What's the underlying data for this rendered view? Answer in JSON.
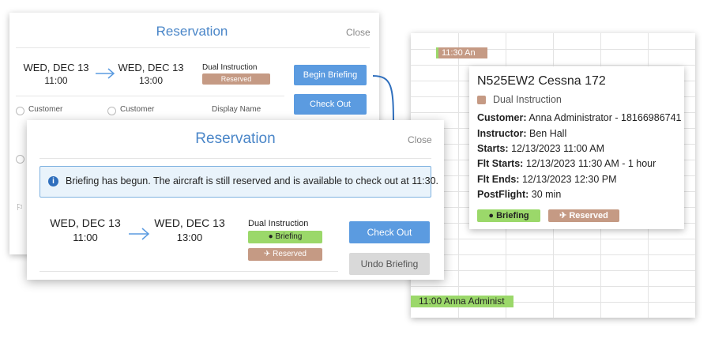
{
  "back_dialog": {
    "title": "Reservation",
    "close": "Close",
    "start_date": "WED, DEC 13",
    "start_time": "11:00",
    "end_date": "WED, DEC 13",
    "end_time": "13:00",
    "type": "Dual Instruction",
    "status": "Reserved",
    "begin_briefing": "Begin Briefing",
    "check_out": "Check Out",
    "col1": "Customer",
    "col2": "Customer",
    "col3": "Display Name"
  },
  "front_dialog": {
    "title": "Reservation",
    "close": "Close",
    "info": "Briefing has begun. The aircraft is still reserved and is available to check out at 11:30.",
    "start_date": "WED, DEC 13",
    "start_time": "11:00",
    "end_date": "WED, DEC 13",
    "end_time": "13:00",
    "type": "Dual Instruction",
    "badge_briefing": "Briefing",
    "badge_reserved": "Reserved",
    "check_out": "Check Out",
    "undo_briefing": "Undo Briefing"
  },
  "calendar": {
    "event_top": "11:30 An",
    "event_bottom": "11:00 Anna Administ"
  },
  "popup": {
    "title": "N525EW2 Cessna 172",
    "type": "Dual Instruction",
    "customer_label": "Customer:",
    "customer_value": "Anna Administrator - 18166986741",
    "instructor_label": "Instructor:",
    "instructor_value": "Ben Hall",
    "starts_label": "Starts:",
    "starts_value": "12/13/2023 11:00 AM",
    "flt_starts_label": "Flt Starts:",
    "flt_starts_value": "12/13/2023 11:30 AM - 1 hour",
    "flt_ends_label": "Flt Ends:",
    "flt_ends_value": "12/13/2023 12:30 PM",
    "postflight_label": "PostFlight:",
    "postflight_value": "30 min",
    "badge_briefing": "Briefing",
    "badge_reserved": "Reserved"
  },
  "colors": {
    "accent": "#5b9be0",
    "briefing": "#9bd86a",
    "reserved": "#c59a84"
  }
}
